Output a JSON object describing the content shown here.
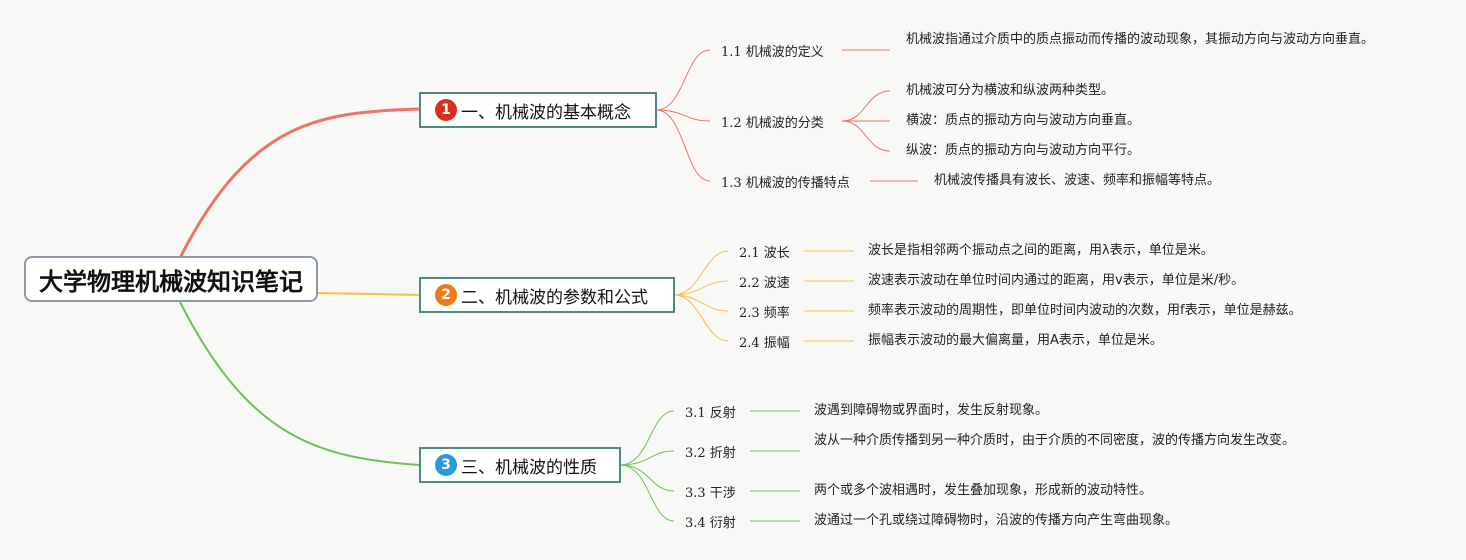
{
  "root": {
    "title": "大学物理机械波知识笔记"
  },
  "colors": {
    "branch1": "#ee7565",
    "branch2": "#f6c142",
    "branch3": "#6fc15a",
    "badge1": "#d9301c",
    "badge2": "#ee7a17",
    "badge3": "#2b9ad8"
  },
  "branches": [
    {
      "badge": "1",
      "label": "一、机械波的基本概念",
      "items": [
        {
          "label": "1.1 机械波的定义",
          "details": [
            "机械波指通过介质中的质点振动而传播的波动现象，其振动方向与波动方向垂直。"
          ]
        },
        {
          "label": "1.2 机械波的分类",
          "details": [
            "机械波可分为横波和纵波两种类型。",
            "横波：质点的振动方向与波动方向垂直。",
            "纵波：质点的振动方向与波动方向平行。"
          ]
        },
        {
          "label": "1.3 机械波的传播特点",
          "details": [
            "机械波传播具有波长、波速、频率和振幅等特点。"
          ]
        }
      ]
    },
    {
      "badge": "2",
      "label": "二、机械波的参数和公式",
      "items": [
        {
          "label": "2.1 波长",
          "details": [
            "波长是指相邻两个振动点之间的距离，用λ表示，单位是米。"
          ]
        },
        {
          "label": "2.2 波速",
          "details": [
            "波速表示波动在单位时间内通过的距离，用v表示，单位是米/秒。"
          ]
        },
        {
          "label": "2.3 频率",
          "details": [
            "频率表示波动的周期性，即单位时间内波动的次数，用f表示，单位是赫兹。"
          ]
        },
        {
          "label": "2.4 振幅",
          "details": [
            "振幅表示波动的最大偏离量，用A表示，单位是米。"
          ]
        }
      ]
    },
    {
      "badge": "3",
      "label": "三、机械波的性质",
      "items": [
        {
          "label": "3.1 反射",
          "details": [
            "波遇到障碍物或界面时，发生反射现象。"
          ]
        },
        {
          "label": "3.2 折射",
          "details": [
            "波从一种介质传播到另一种介质时，由于介质的不同密度，波的传播方向发生改变。"
          ]
        },
        {
          "label": "3.3 干涉",
          "details": [
            "两个或多个波相遇时，发生叠加现象，形成新的波动特性。"
          ]
        },
        {
          "label": "3.4 衍射",
          "details": [
            "波通过一个孔或绕过障碍物时，沿波的传播方向产生弯曲现象。"
          ]
        }
      ]
    }
  ]
}
